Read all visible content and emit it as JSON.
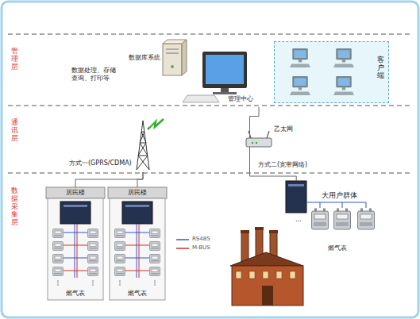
{
  "diagram": {
    "nodes": [
      {
        "text": [
          "管理中心"
        ]
      },
      {
        "text": [
          "数据库系统"
        ]
      },
      {
        "text": [
          "客户端"
        ]
      },
      {
        "text": [
          "方式一(GPRS/CDMA)"
        ]
      },
      {
        "text": [
          "乙太网",
          "方式二(宽带网络)"
        ]
      },
      {
        "text": [
          "居民楼",
          "燃气表"
        ]
      },
      {
        "text": [
          "居民楼",
          "燃气表"
        ]
      },
      {
        "text": [
          "大用户群体",
          "燃气表"
        ]
      }
    ],
    "edges": [
      {
        "from": 0,
        "to": 4,
        "arrow": "none"
      },
      {
        "from": 4,
        "to": 7,
        "arrow": "none"
      },
      {
        "from": 3,
        "to": 5,
        "arrow": "none"
      },
      {
        "from": 3,
        "to": 6,
        "arrow": "none"
      }
    ],
    "labels": [
      "管理层",
      "通讯层",
      "数据采集层",
      "数据处理、存储 查询、打印等",
      "..."
    ],
    "legend": [
      {
        "text": "RS485"
      },
      {
        "text": "M-BUS"
      }
    ]
  }
}
